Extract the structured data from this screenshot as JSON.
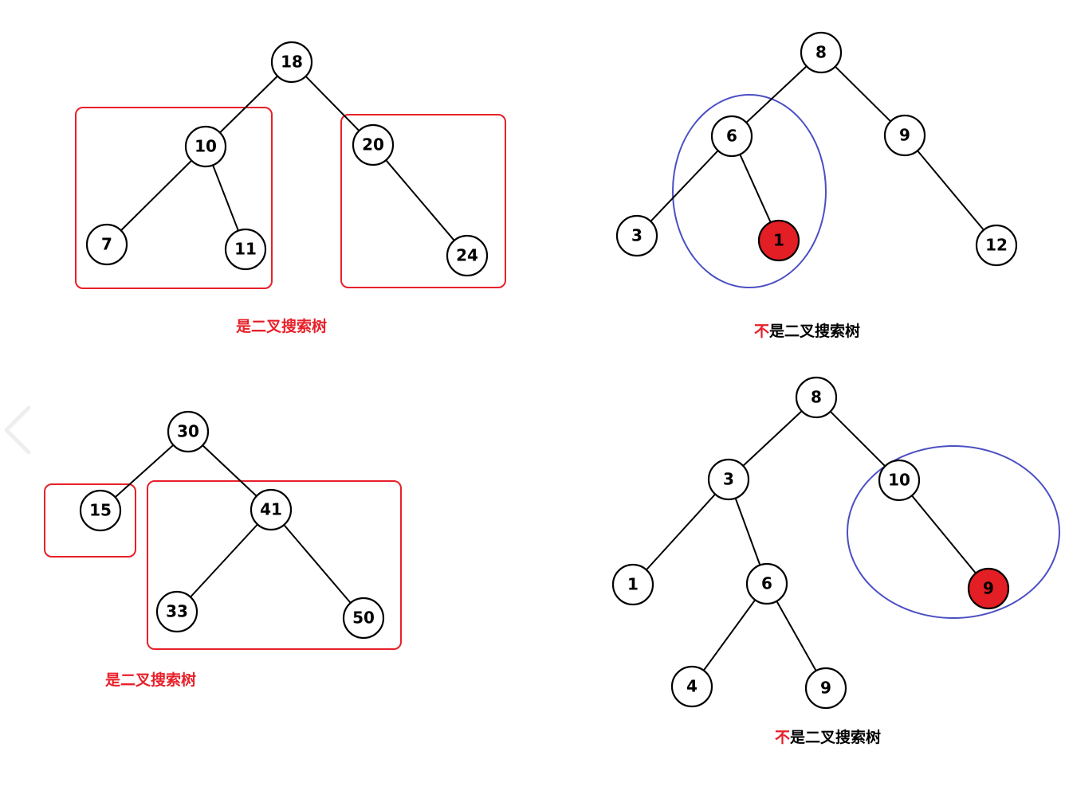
{
  "colors": {
    "node_fill": "#ffffff",
    "highlight_fill": "#e31e24",
    "edge": "#000000",
    "box": "#e8202a",
    "ellipse": "#4a4fc4",
    "caption_red": "#e8202a",
    "caption_black": "#000000"
  },
  "icons": {
    "nav_prev": "chevron-left-icon"
  },
  "trees": [
    {
      "name": "tree-1",
      "caption": {
        "negation": "",
        "text": "是二叉搜索树"
      },
      "nodes": [
        {
          "id": "a1",
          "label": "18",
          "highlight": false
        },
        {
          "id": "a2",
          "label": "10",
          "highlight": false
        },
        {
          "id": "a3",
          "label": "20",
          "highlight": false
        },
        {
          "id": "a4",
          "label": "7",
          "highlight": false
        },
        {
          "id": "a5",
          "label": "11",
          "highlight": false
        },
        {
          "id": "a6",
          "label": "24",
          "highlight": false
        }
      ],
      "edges": [
        [
          "a1",
          "a2"
        ],
        [
          "a1",
          "a3"
        ],
        [
          "a2",
          "a4"
        ],
        [
          "a2",
          "a5"
        ],
        [
          "a3",
          "a6"
        ]
      ],
      "groups": [
        {
          "type": "box",
          "members": [
            "a2",
            "a4",
            "a5"
          ]
        },
        {
          "type": "box",
          "members": [
            "a3",
            "a6"
          ]
        }
      ]
    },
    {
      "name": "tree-2",
      "caption": {
        "negation": "不",
        "text": "是二叉搜索树"
      },
      "nodes": [
        {
          "id": "b1",
          "label": "8",
          "highlight": false
        },
        {
          "id": "b2",
          "label": "6",
          "highlight": false
        },
        {
          "id": "b3",
          "label": "9",
          "highlight": false
        },
        {
          "id": "b4",
          "label": "3",
          "highlight": false
        },
        {
          "id": "b5",
          "label": "1",
          "highlight": true
        },
        {
          "id": "b6",
          "label": "12",
          "highlight": false
        }
      ],
      "edges": [
        [
          "b1",
          "b2"
        ],
        [
          "b1",
          "b3"
        ],
        [
          "b2",
          "b4"
        ],
        [
          "b2",
          "b5"
        ],
        [
          "b3",
          "b6"
        ]
      ],
      "groups": [
        {
          "type": "ellipse",
          "members": [
            "b2",
            "b5"
          ]
        }
      ]
    },
    {
      "name": "tree-3",
      "caption": {
        "negation": "",
        "text": "是二叉搜索树"
      },
      "nodes": [
        {
          "id": "c1",
          "label": "30",
          "highlight": false
        },
        {
          "id": "c2",
          "label": "15",
          "highlight": false
        },
        {
          "id": "c3",
          "label": "41",
          "highlight": false
        },
        {
          "id": "c4",
          "label": "33",
          "highlight": false
        },
        {
          "id": "c5",
          "label": "50",
          "highlight": false
        }
      ],
      "edges": [
        [
          "c1",
          "c2"
        ],
        [
          "c1",
          "c3"
        ],
        [
          "c3",
          "c4"
        ],
        [
          "c3",
          "c5"
        ]
      ],
      "groups": [
        {
          "type": "box",
          "members": [
            "c2"
          ]
        },
        {
          "type": "box",
          "members": [
            "c3",
            "c4",
            "c5"
          ]
        }
      ]
    },
    {
      "name": "tree-4",
      "caption": {
        "negation": "不",
        "text": "是二叉搜索树"
      },
      "nodes": [
        {
          "id": "d1",
          "label": "8",
          "highlight": false
        },
        {
          "id": "d2",
          "label": "3",
          "highlight": false
        },
        {
          "id": "d3",
          "label": "10",
          "highlight": false
        },
        {
          "id": "d4",
          "label": "1",
          "highlight": false
        },
        {
          "id": "d5",
          "label": "6",
          "highlight": false
        },
        {
          "id": "d6",
          "label": "4",
          "highlight": false
        },
        {
          "id": "d7",
          "label": "9",
          "highlight": false
        },
        {
          "id": "d8",
          "label": "9",
          "highlight": true
        }
      ],
      "edges": [
        [
          "d1",
          "d2"
        ],
        [
          "d1",
          "d3"
        ],
        [
          "d2",
          "d4"
        ],
        [
          "d2",
          "d5"
        ],
        [
          "d5",
          "d6"
        ],
        [
          "d5",
          "d7"
        ],
        [
          "d3",
          "d8"
        ]
      ],
      "groups": [
        {
          "type": "ellipse",
          "members": [
            "d3",
            "d8"
          ]
        }
      ]
    }
  ]
}
